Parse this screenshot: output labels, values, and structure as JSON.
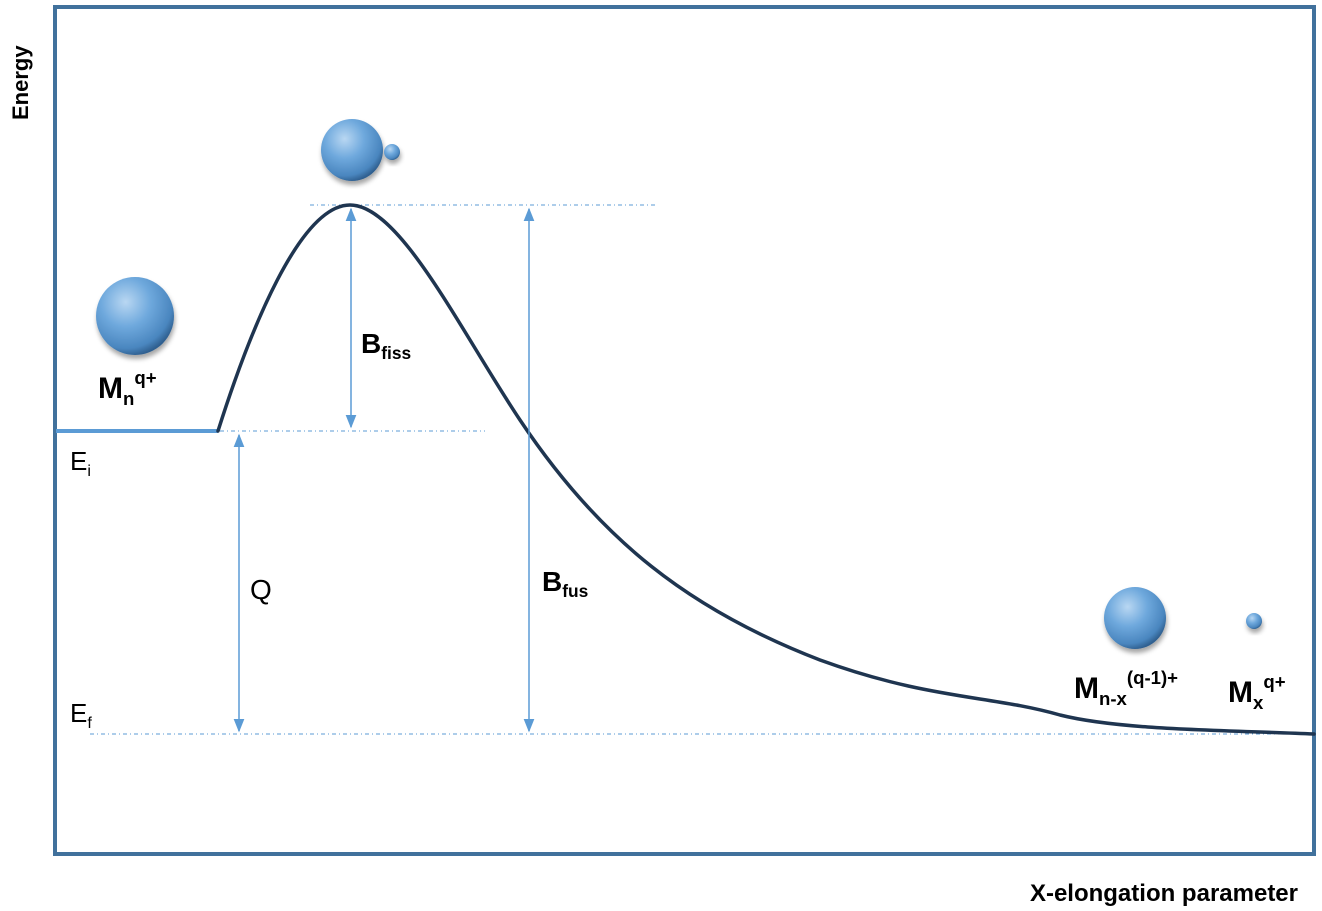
{
  "y_axis_label": "Energy",
  "x_axis_label": "X-elongation parameter",
  "levels": {
    "initial": {
      "main": "E",
      "sub": "i"
    },
    "final": {
      "main": "E",
      "sub": "f"
    }
  },
  "barriers": {
    "fission": {
      "main": "B",
      "sub": "fiss"
    },
    "fusion": {
      "main": "B",
      "sub": "fus"
    },
    "q_value": "Q"
  },
  "species": {
    "parent": {
      "main": "M",
      "sub": "n",
      "sup": "q+"
    },
    "fragment_large": {
      "main": "M",
      "sub": "n-x",
      "sup": "(q-1)+"
    },
    "fragment_small": {
      "main": "M",
      "sub": "x",
      "sup": "q+"
    }
  },
  "colors": {
    "frame": "#41719c",
    "curve": "#1f3550",
    "arrow": "#5b9bd5",
    "sphere": "#5b9bd5"
  }
}
